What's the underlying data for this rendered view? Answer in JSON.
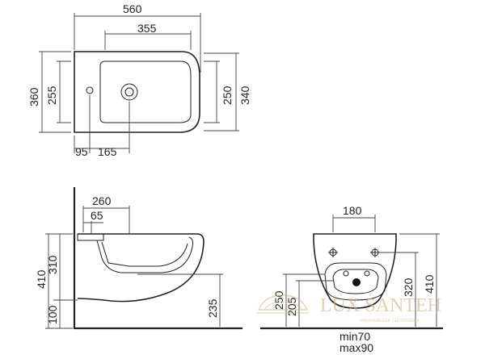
{
  "top_view": {
    "width_total": "560",
    "width_inner": "355",
    "height_total_left": "360",
    "height_inner_left": "255",
    "height_inner_right": "250",
    "height_total_right": "340",
    "offset_left": "95",
    "offset_hole": "165"
  },
  "side_view": {
    "depth": "260",
    "offset": "65",
    "height_total": "410",
    "height_bowl": "310",
    "height_floor": "100",
    "height_bottom": "235"
  },
  "front_view": {
    "width_top": "180",
    "height_left_a": "250",
    "height_left_b": "205",
    "height_right_a": "320",
    "height_right_b": "410",
    "min_label": "min70",
    "max_label": "max90"
  },
  "watermark": {
    "brand": "LUX SANTEH",
    "tagline": "европейская сантехника"
  }
}
